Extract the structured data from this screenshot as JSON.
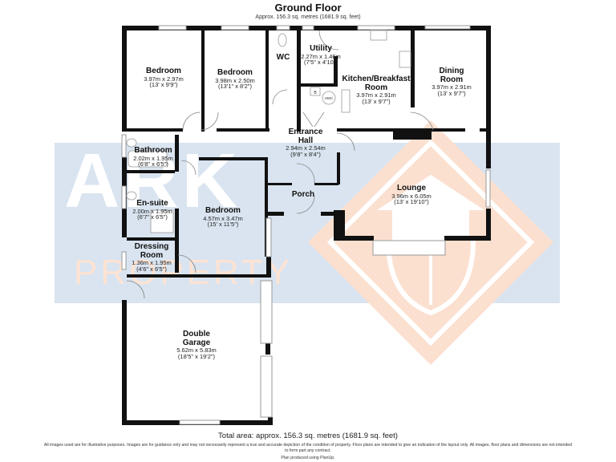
{
  "header": {
    "title": "Ground Floor",
    "subtitle": "Approx. 156.3 sq. metres (1681.9 sq. feet)"
  },
  "watermark": {
    "brand_line1": "ARK",
    "brand_line2": "PROPERTY",
    "band_color": "#d9e4f0",
    "accent_color": "#f8d9c8"
  },
  "rooms": [
    {
      "name": "Bedroom",
      "metric": "3.97m x 2.97m",
      "imperial": "(13' x 9'9\")"
    },
    {
      "name": "Bedroom",
      "metric": "3.98m x 2.50m",
      "imperial": "(13'1\" x 8'2\")"
    },
    {
      "name": "WC",
      "metric": "",
      "imperial": ""
    },
    {
      "name": "Utility",
      "metric": "2.27m x 1.46m",
      "imperial": "(7'5\" x 4'10\")"
    },
    {
      "name": "Kitchen/Breakfast Room",
      "metric": "3.97m x 2.91m",
      "imperial": "(13' x 9'7\")"
    },
    {
      "name": "Dining Room",
      "metric": "3.97m x 2.91m",
      "imperial": "(13' x 9'7\")"
    },
    {
      "name": "Entrance Hall",
      "metric": "2.94m x 2.54m",
      "imperial": "(9'8\" x 8'4\")"
    },
    {
      "name": "Bathroom",
      "metric": "2.02m x 1.95m",
      "imperial": "(6'8\" x 6'5\")"
    },
    {
      "name": "Porch",
      "metric": "",
      "imperial": ""
    },
    {
      "name": "Lounge",
      "metric": "3.96m x 6.05m",
      "imperial": "(13' x 19'10\")"
    },
    {
      "name": "En-suite",
      "metric": "2.00m x 1.95m",
      "imperial": "(6'7\" x 6'5\")"
    },
    {
      "name": "Bedroom",
      "metric": "4.57m x 3.47m",
      "imperial": "(15' x 11'5\")"
    },
    {
      "name": "Dressing Room",
      "metric": "1.36m x 1.95m",
      "imperial": "(4'6\" x 6'5\")"
    },
    {
      "name": "Double Garage",
      "metric": "5.62m x 5.83m",
      "imperial": "(18'5\" x 19'2\")"
    }
  ],
  "fixtures": {
    "hwc": "HWC",
    "boiler": "B"
  },
  "footer": {
    "total_area": "Total area: approx. 156.3 sq. metres (1681.9 sq. feet)",
    "disclaimer": "All images used are for illustrative purposes. Images are for guidance only and may not necessarily represent a true and accurate depiction of the condition of property. Floor plans are intended to give an indication of the layout only. All images, floor plans and dimensions are not intended to form part any contract.",
    "credit": "Plan produced using PlanUp."
  }
}
